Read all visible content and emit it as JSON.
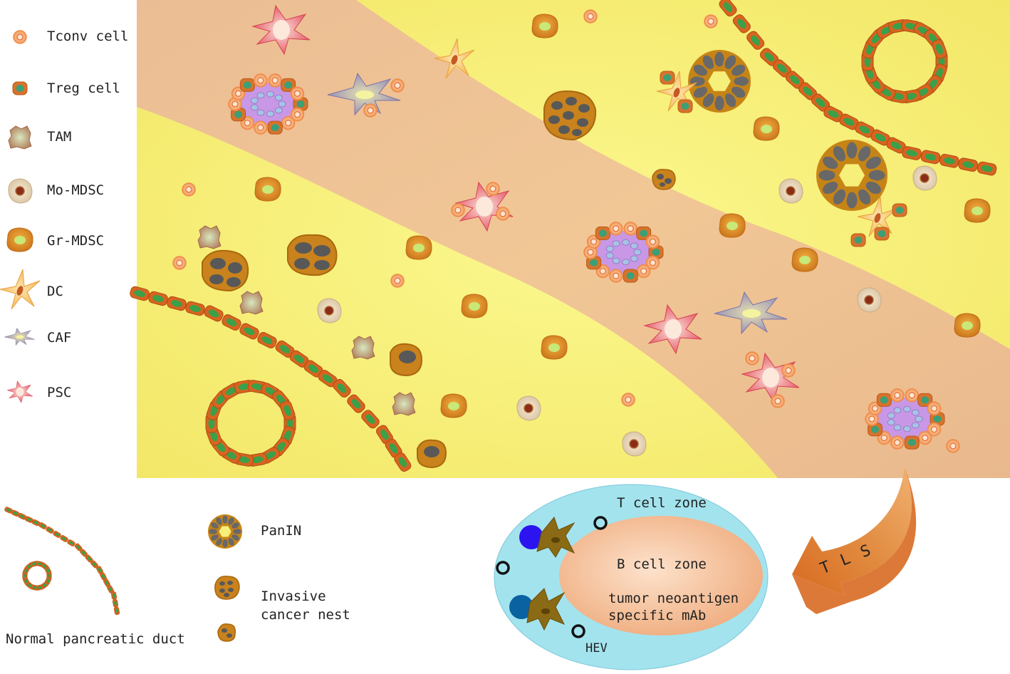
{
  "legend": {
    "items": [
      {
        "label": "Tconv cell",
        "icon": "tconv-cell-icon"
      },
      {
        "label": "Treg cell",
        "icon": "treg-cell-icon"
      },
      {
        "label": "TAM",
        "icon": "tam-icon"
      },
      {
        "label": "Mo-MDSC",
        "icon": "mo-mdsc-icon"
      },
      {
        "label": "Gr-MDSC",
        "icon": "gr-mdsc-icon"
      },
      {
        "label": "DC",
        "icon": "dc-icon"
      },
      {
        "label": "CAF",
        "icon": "caf-icon"
      },
      {
        "label": "PSC",
        "icon": "psc-icon"
      }
    ]
  },
  "bottom_legend": {
    "duct_label": "Normal pancreatic duct",
    "panin_label": "PanIN",
    "invasive_label_line1": "Invasive",
    "invasive_label_line2": "cancer nest"
  },
  "tls": {
    "arrow_label": "T L S",
    "t_zone": "T cell zone",
    "b_zone": "B cell zone",
    "mab_line1": "tumor neoantigen",
    "mab_line2": "specific mAb",
    "hev": "HEV"
  },
  "colors": {
    "yellow_field": "#f8f27c",
    "stroma_band": "#eebf94",
    "duct_orange": "#d8641e",
    "duct_green": "#3aa04a",
    "tls_outer": "#a3e3ee",
    "tls_inner": "#f2b287",
    "arrow_orange": "#e07a30"
  }
}
